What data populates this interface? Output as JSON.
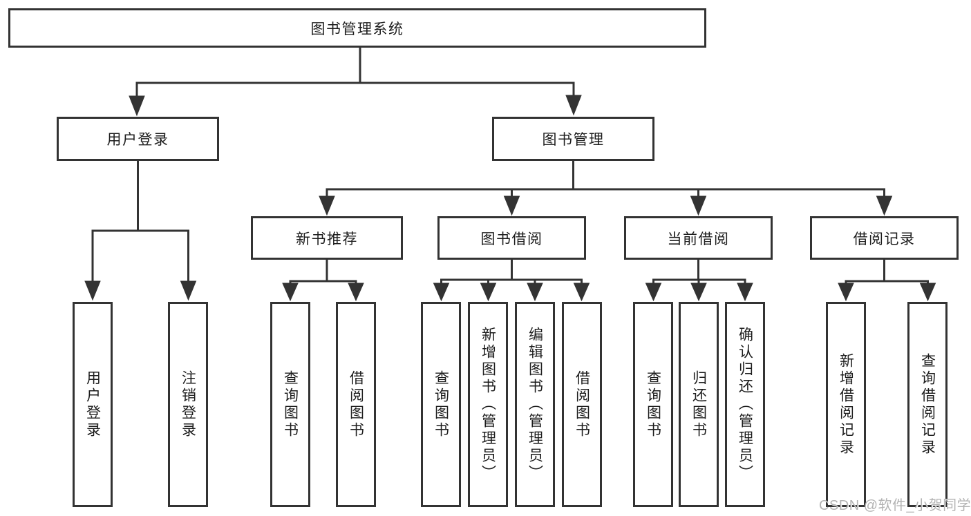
{
  "diagram": {
    "root_label": "图书管理系统",
    "level2": {
      "user_login": "用户登录",
      "book_mgmt": "图书管理"
    },
    "level3": {
      "new_books": "新书推荐",
      "borrow": "图书借阅",
      "current": "当前借阅",
      "records": "借阅记录"
    },
    "leaves": {
      "user_login": [
        "用户登录",
        "注销登录"
      ],
      "new_books": [
        "查询图书",
        "借阅图书"
      ],
      "borrow": [
        "查询图书",
        "新增图书（管理员）",
        "编辑图书（管理员）",
        "借阅图书"
      ],
      "current": [
        "查询图书",
        "归还图书",
        "确认归还（管理员）"
      ],
      "records": [
        "新增借阅记录",
        "查询借阅记录"
      ]
    }
  },
  "watermark": "CSDN @软件_小贺同学",
  "colors": {
    "line": "#333333",
    "text": "#1d1d1d",
    "background": "#ffffff",
    "watermark": "#b3b3b3"
  }
}
